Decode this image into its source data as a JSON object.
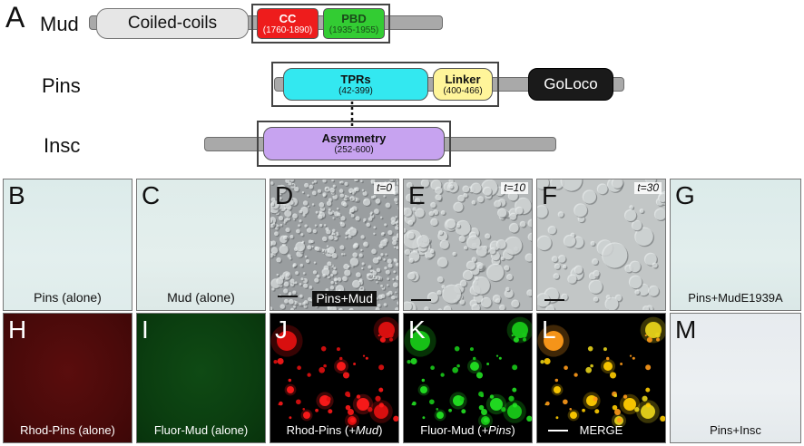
{
  "panel_a": {
    "letter": "A",
    "mud": {
      "name": "Mud",
      "coiled_coils": "Coiled-coils",
      "cc": {
        "label": "CC",
        "range": "(1760-1890)"
      },
      "pbd": {
        "label": "PBD",
        "range": "(1935-1955)"
      }
    },
    "pins": {
      "name": "Pins",
      "tprs": {
        "label": "TPRs",
        "range": "(42-399)"
      },
      "linker": {
        "label": "Linker",
        "range": "(400-466)"
      },
      "goloco": "GoLoco"
    },
    "insc": {
      "name": "Insc",
      "asymmetry": {
        "label": "Asymmetry",
        "range": "(252-600)"
      }
    },
    "colors": {
      "cc": "#ee1c1c",
      "pbd": "#33cc33",
      "tprs": "#33e8f0",
      "linker": "#fff59a",
      "goloco": "#1a1a1a",
      "asymmetry": "#c7a3f0",
      "backbone": "#a9a9a9"
    }
  },
  "panels": [
    {
      "id": "B",
      "letter": "B",
      "caption": "Pins (alone)"
    },
    {
      "id": "C",
      "letter": "C",
      "caption": "Mud (alone)"
    },
    {
      "id": "D",
      "letter": "D",
      "caption": "Pins+Mud",
      "time": "t=0"
    },
    {
      "id": "E",
      "letter": "E",
      "caption": "",
      "time": "t=10"
    },
    {
      "id": "F",
      "letter": "F",
      "caption": "",
      "time": "t=30"
    },
    {
      "id": "G",
      "letter": "G",
      "caption": "Pins+MudE1939A"
    },
    {
      "id": "H",
      "letter": "H",
      "caption": "Rhod-Pins (alone)"
    },
    {
      "id": "I",
      "letter": "I",
      "caption": "Fluor-Mud (alone)"
    },
    {
      "id": "J",
      "letter": "J",
      "caption_main": "Rhod-Pins (",
      "caption_em": "+Mud",
      "caption_end": ")"
    },
    {
      "id": "K",
      "letter": "K",
      "caption_main": "Fluor-Mud (",
      "caption_em": "+Pins",
      "caption_end": ")"
    },
    {
      "id": "L",
      "letter": "L",
      "caption": "MERGE"
    },
    {
      "id": "M",
      "letter": "M",
      "caption": "Pins+Insc"
    }
  ]
}
